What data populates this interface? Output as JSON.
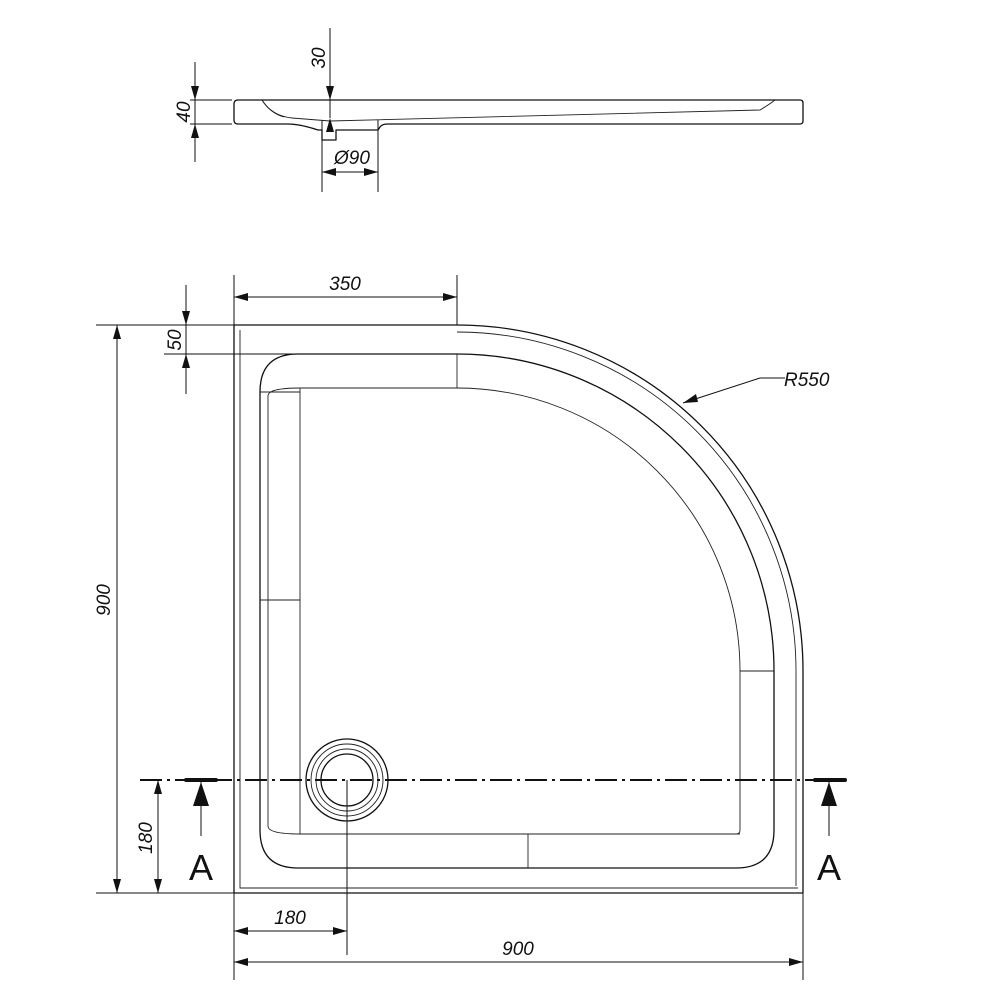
{
  "profile_view": {
    "rim_depth": "30",
    "tray_height": "40",
    "waste_diameter": "Ø90"
  },
  "plan_view": {
    "straight_edge": "350",
    "rim_width": "50",
    "curve_radius": "R550",
    "side_length": "900",
    "waste_offset_y": "180",
    "waste_offset_x": "180",
    "width": "900"
  },
  "section": {
    "left_label": "A",
    "right_label": "A"
  }
}
